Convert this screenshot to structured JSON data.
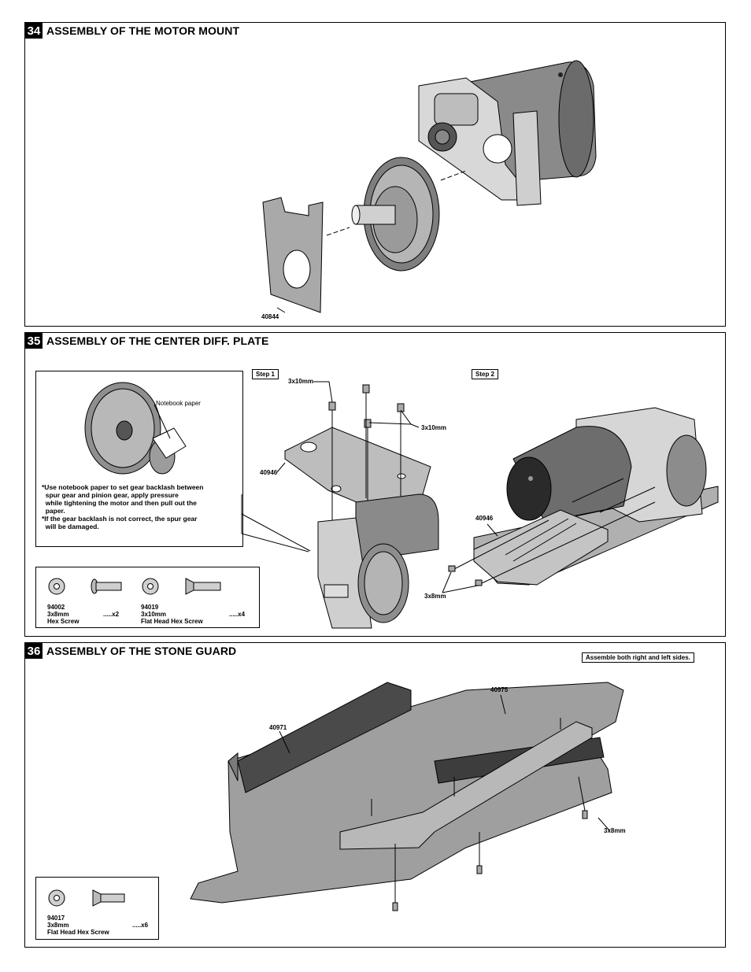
{
  "step34": {
    "number": "34",
    "title": "ASSEMBLY OF THE MOTOR MOUNT",
    "part_label": "40844"
  },
  "step35": {
    "number": "35",
    "title": "ASSEMBLY OF THE CENTER DIFF. PLATE",
    "note_paper_label": "Notebook paper",
    "note_lines": [
      "*Use notebook paper to set gear backlash between",
      "  spur gear and pinion gear, apply pressure",
      "  while tightening the motor and then pull out the",
      "  paper.",
      "*If the gear backlash is not correct, the spur gear",
      "  will be damaged."
    ],
    "step1_tag": "Step 1",
    "step2_tag": "Step 2",
    "screw_label_a": "3x10mm",
    "screw_label_b": "3x10mm",
    "plate_label_1": "40946",
    "plate_label_2": "40946",
    "screw_label_c": "3x8mm",
    "parts": [
      {
        "code": "94002",
        "size": "3x8mm",
        "name": "Hex Screw",
        "qty": ".....x2"
      },
      {
        "code": "94019",
        "size": "3x10mm",
        "name": "Flat Head Hex Screw",
        "qty": ".....x4"
      }
    ]
  },
  "step36": {
    "number": "36",
    "title": "ASSEMBLY OF THE STONE GUARD",
    "notice": "Assemble both right and left sides.",
    "label_guard": "40971",
    "label_chassis": "40975",
    "label_screw": "3x8mm",
    "parts": [
      {
        "code": "94017",
        "size": "3x8mm",
        "name": "Flat Head Hex Screw",
        "qty": ".....x6"
      }
    ]
  }
}
